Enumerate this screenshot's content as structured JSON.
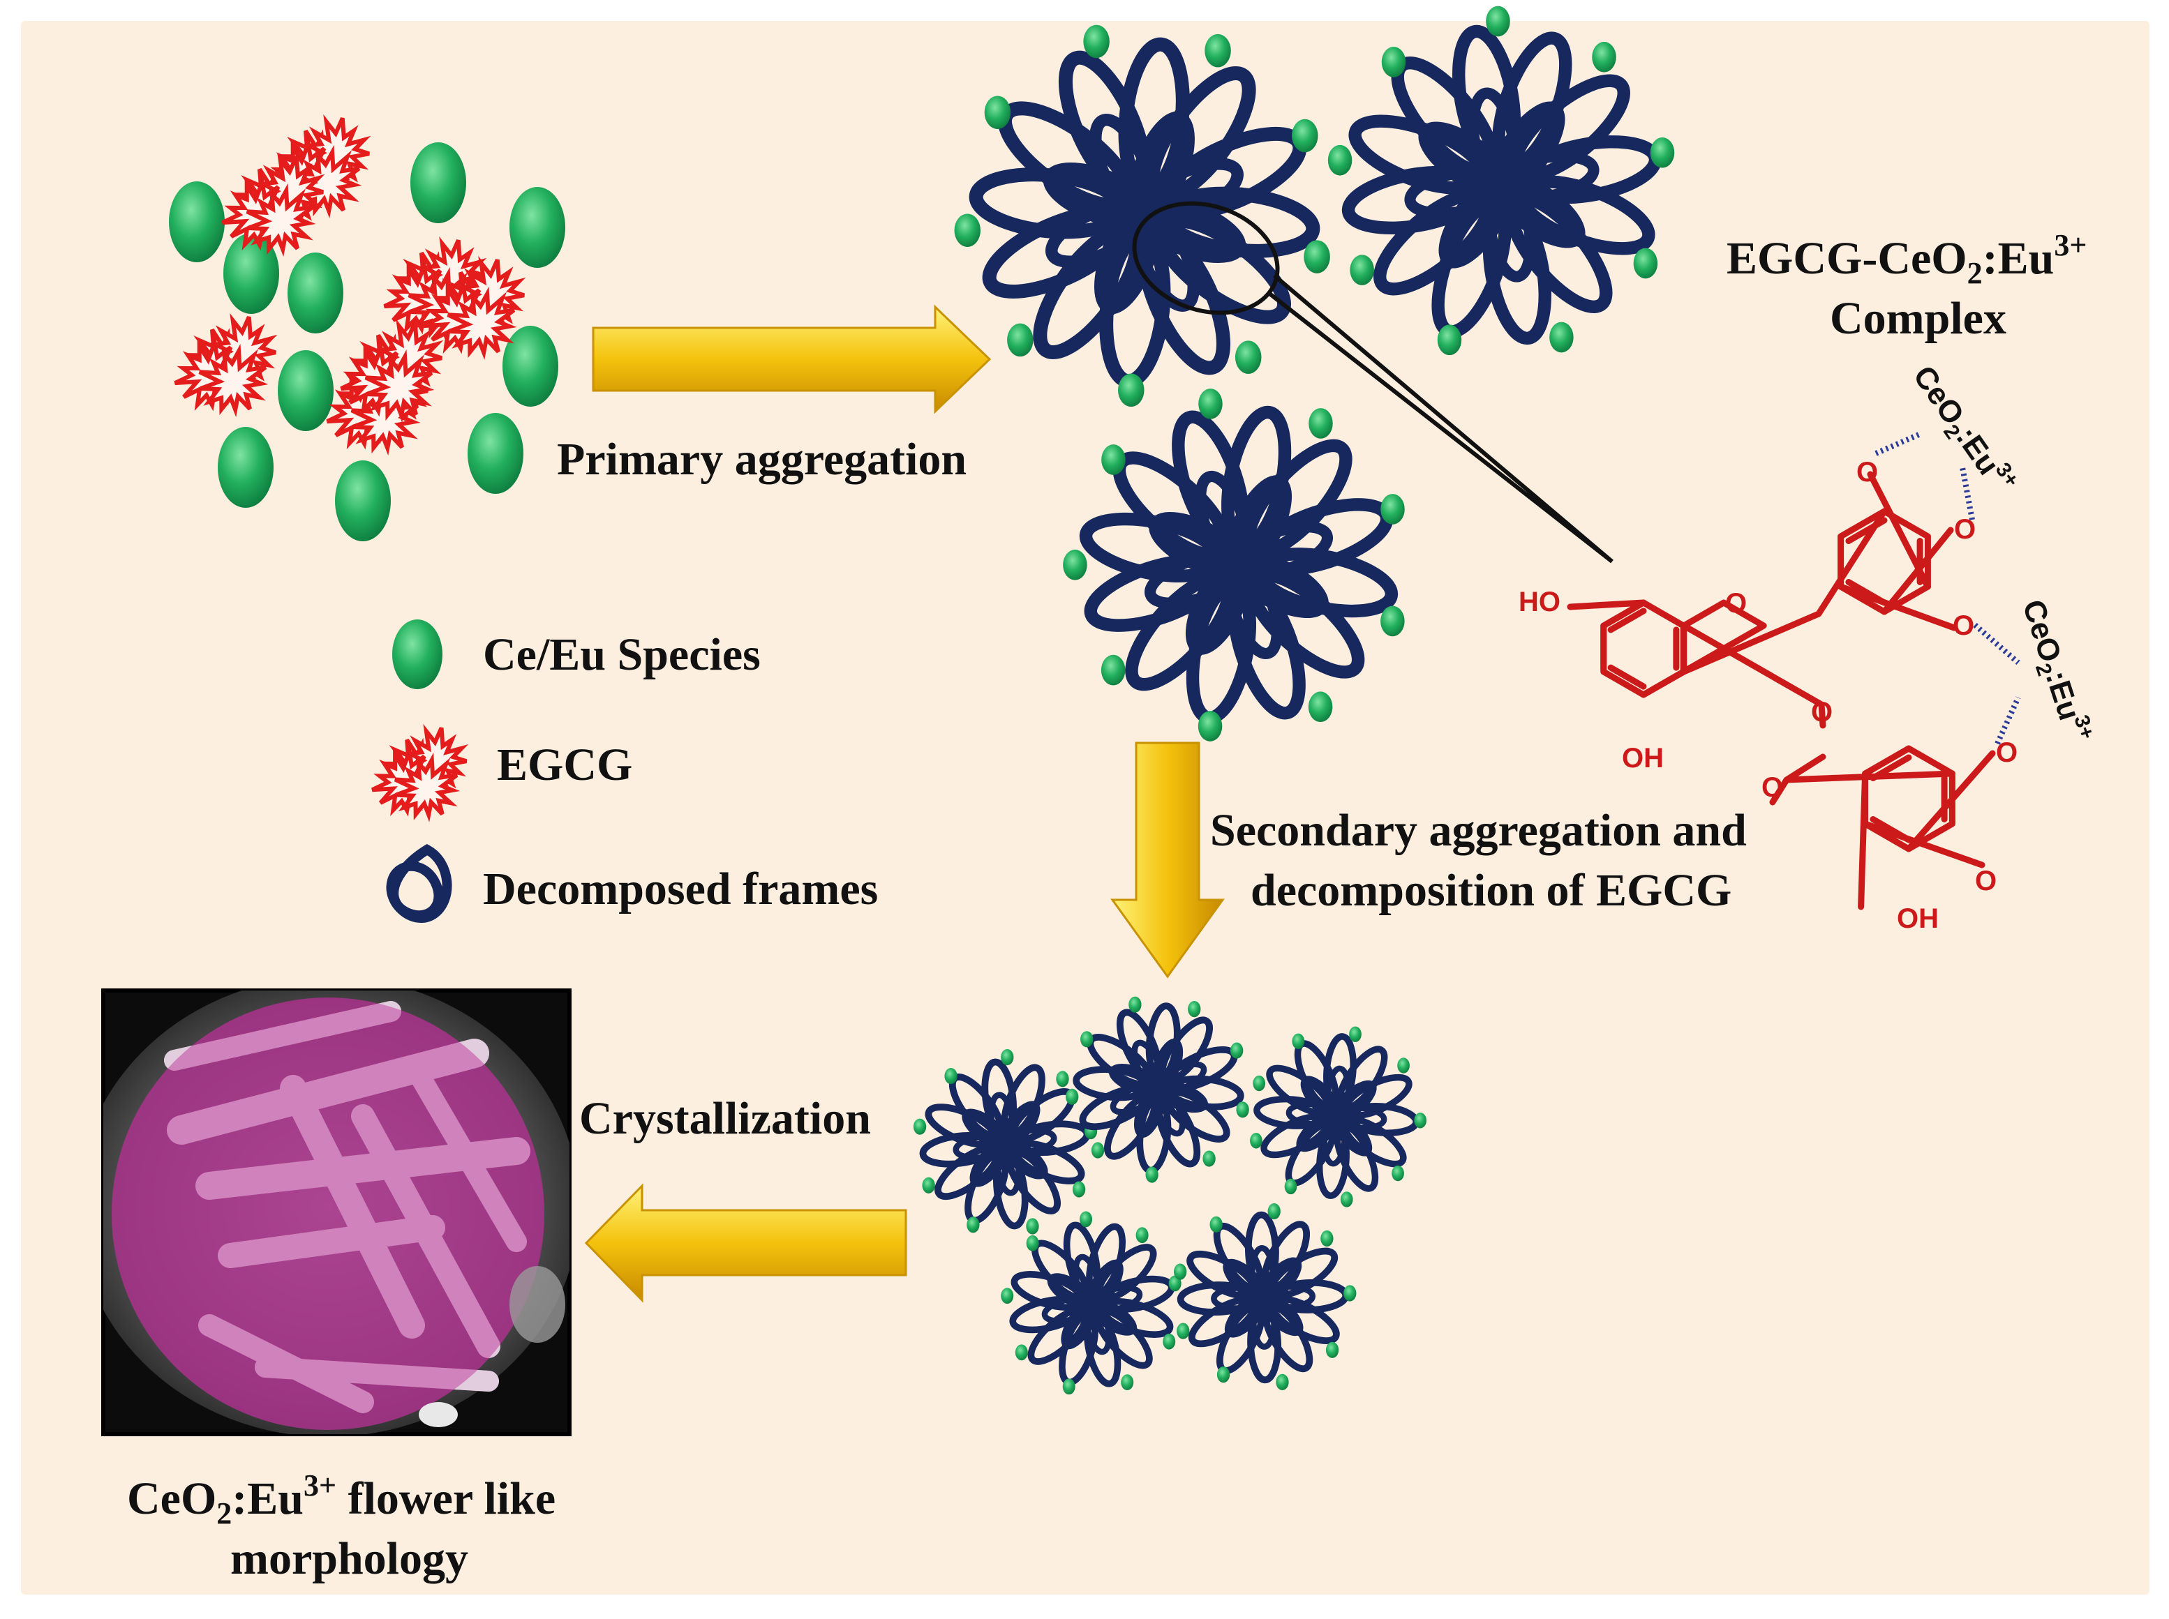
{
  "colors": {
    "background": "#fcefdf",
    "ce_eu_species": "#1fae5a",
    "egcg": "#e41c1c",
    "frames": "#16285e",
    "arrow": "#f4c20d",
    "molecule": "#cc1a1a",
    "flower_overlay": "#b0328f"
  },
  "labels": {
    "primary_aggregation": "Primary aggregation",
    "secondary_line1": "Secondary aggregation and",
    "secondary_line2": "decomposition of EGCG",
    "crystallization": "Crystallization",
    "complex_line1_prefix": "EGCG-CeO",
    "complex_line1_sub": "2",
    "complex_line1_mid": ":Eu",
    "complex_line1_sup": "3+",
    "complex_line2": "Complex",
    "result_prefix": "CeO",
    "result_sub": "2",
    "result_mid": ":Eu",
    "result_sup": "3+",
    "result_suffix": " flower like",
    "result_line2": "morphology"
  },
  "legend": {
    "ce_eu": "Ce/Eu Species",
    "egcg": "EGCG",
    "frames": "Decomposed frames"
  },
  "molecule": {
    "ho": "HO",
    "oh_bottom": "OH",
    "oh_right": "OH",
    "o": "O",
    "binding_prefix": "CeO",
    "binding_sub": "2",
    "binding_mid": ":Eu",
    "binding_sup": "3+"
  }
}
